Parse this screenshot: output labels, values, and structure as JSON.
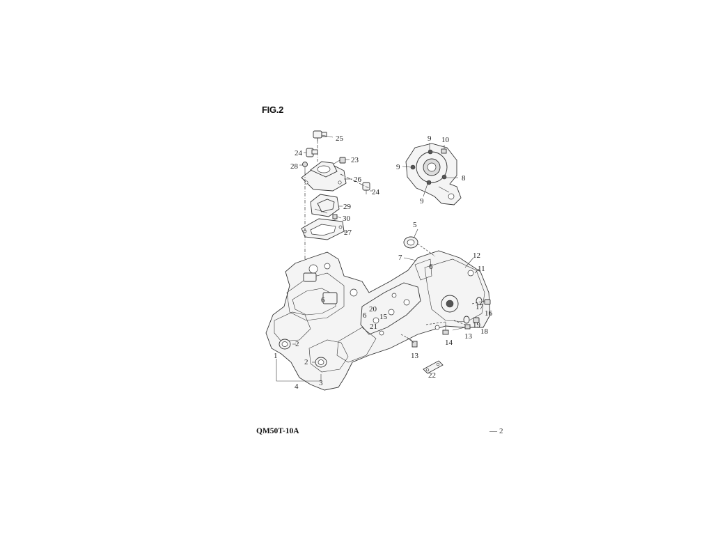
{
  "figure": {
    "title": "FIG.2",
    "model_code": "QM50T-10A",
    "page_dash": "—",
    "page_number": "2"
  },
  "callouts": [
    "25",
    "24",
    "23",
    "28",
    "26",
    "24",
    "29",
    "30",
    "27",
    "9",
    "10",
    "9",
    "8",
    "9",
    "5",
    "7",
    "6",
    "12",
    "11",
    "6",
    "20",
    "6",
    "15",
    "21",
    "17",
    "16",
    "19",
    "18",
    "14",
    "13",
    "13",
    "22",
    "2",
    "2",
    "1",
    "4",
    "3"
  ]
}
